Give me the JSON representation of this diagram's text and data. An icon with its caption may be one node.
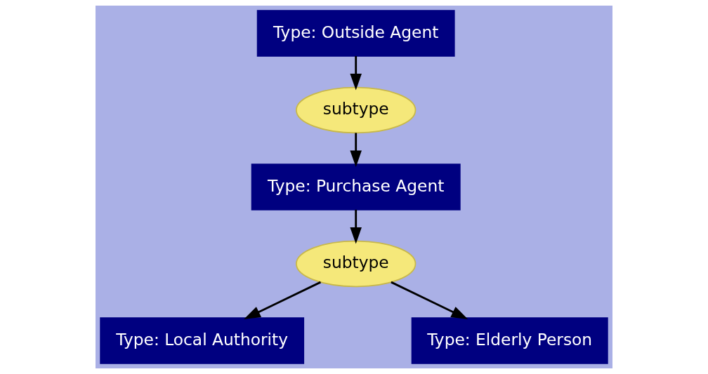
{
  "diagram": {
    "nodes": [
      {
        "text": [
          "Type: Outside Agent"
        ]
      },
      {
        "text": [
          "subtype"
        ]
      },
      {
        "text": [
          "Type: Purchase Agent"
        ]
      },
      {
        "text": [
          "subtype"
        ]
      },
      {
        "text": [
          "Type: Local Authority"
        ]
      },
      {
        "text": [
          "Type: Elderly Person"
        ]
      }
    ],
    "edges": [
      {
        "from": 0,
        "to": 1,
        "arrow": "to"
      },
      {
        "from": 1,
        "to": 2,
        "arrow": "to"
      },
      {
        "from": 2,
        "to": 3,
        "arrow": "to"
      },
      {
        "from": 3,
        "to": 4,
        "arrow": "to"
      },
      {
        "from": 3,
        "to": 5,
        "arrow": "to"
      }
    ]
  }
}
